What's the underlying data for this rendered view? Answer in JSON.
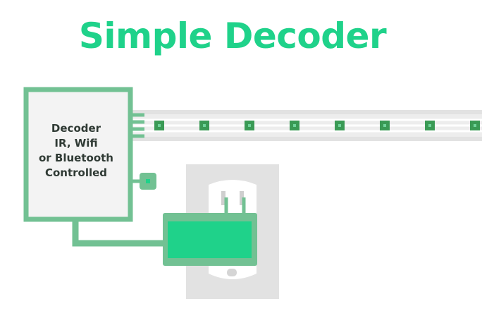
{
  "title": "Simple Decoder",
  "decoder": {
    "lines": [
      "Decoder",
      "IR, Wifi",
      "or Bluetooth",
      "Controlled"
    ]
  },
  "led_strip": {
    "led_count": 8
  },
  "colors": {
    "title": "#1fd28a",
    "outline": "#72c193",
    "box_fill": "#f3f3f3",
    "led": "#3a9a55",
    "adapter_fill": "#1fd28a",
    "wall_plate": "#e2e2e2"
  },
  "icons": [
    "decoder-box",
    "led-strip",
    "power-adapter",
    "wall-outlet"
  ]
}
